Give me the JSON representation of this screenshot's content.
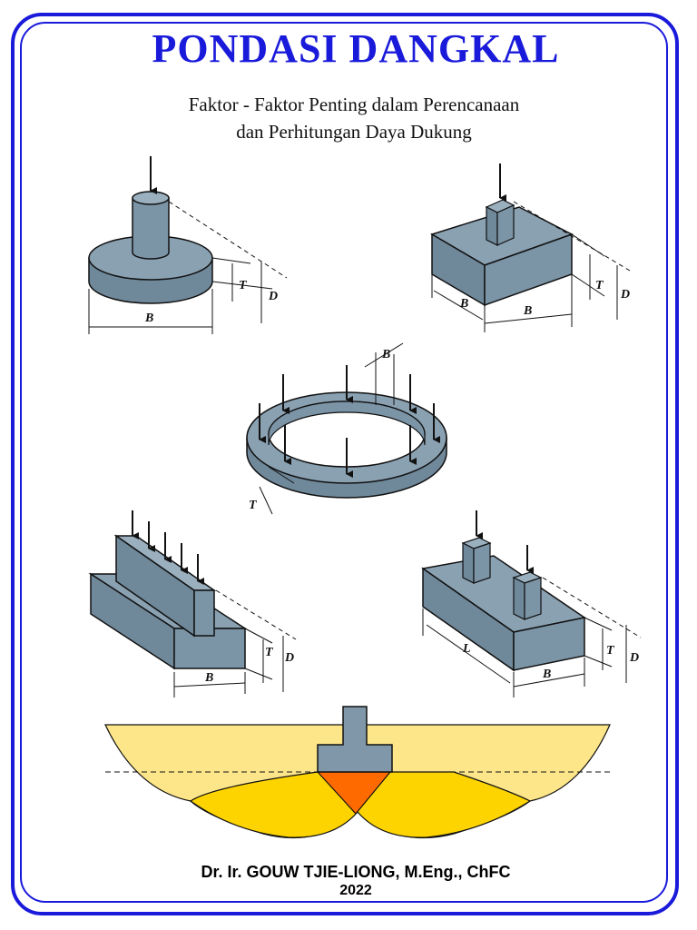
{
  "title": "PONDASI DANGKAL",
  "subtitle": {
    "line1": "Faktor - Faktor Penting dalam Perencanaan",
    "line2": "dan Perhitungan Daya Dukung"
  },
  "labels": {
    "B": "B",
    "T": "T",
    "D": "D",
    "L": "L"
  },
  "author": "Dr. Ir. GOUW TJIE-LIONG, M.Eng., ChFC",
  "year": "2022",
  "colors": {
    "frame": "#1a1adb",
    "footing": "#7f97a8",
    "footing_dark": "#6a8293",
    "soil_light": "#fde68a",
    "soil_mid": "#fdd400",
    "wedge": "#ff6a00"
  },
  "icons": [
    "load-arrow-icon"
  ]
}
